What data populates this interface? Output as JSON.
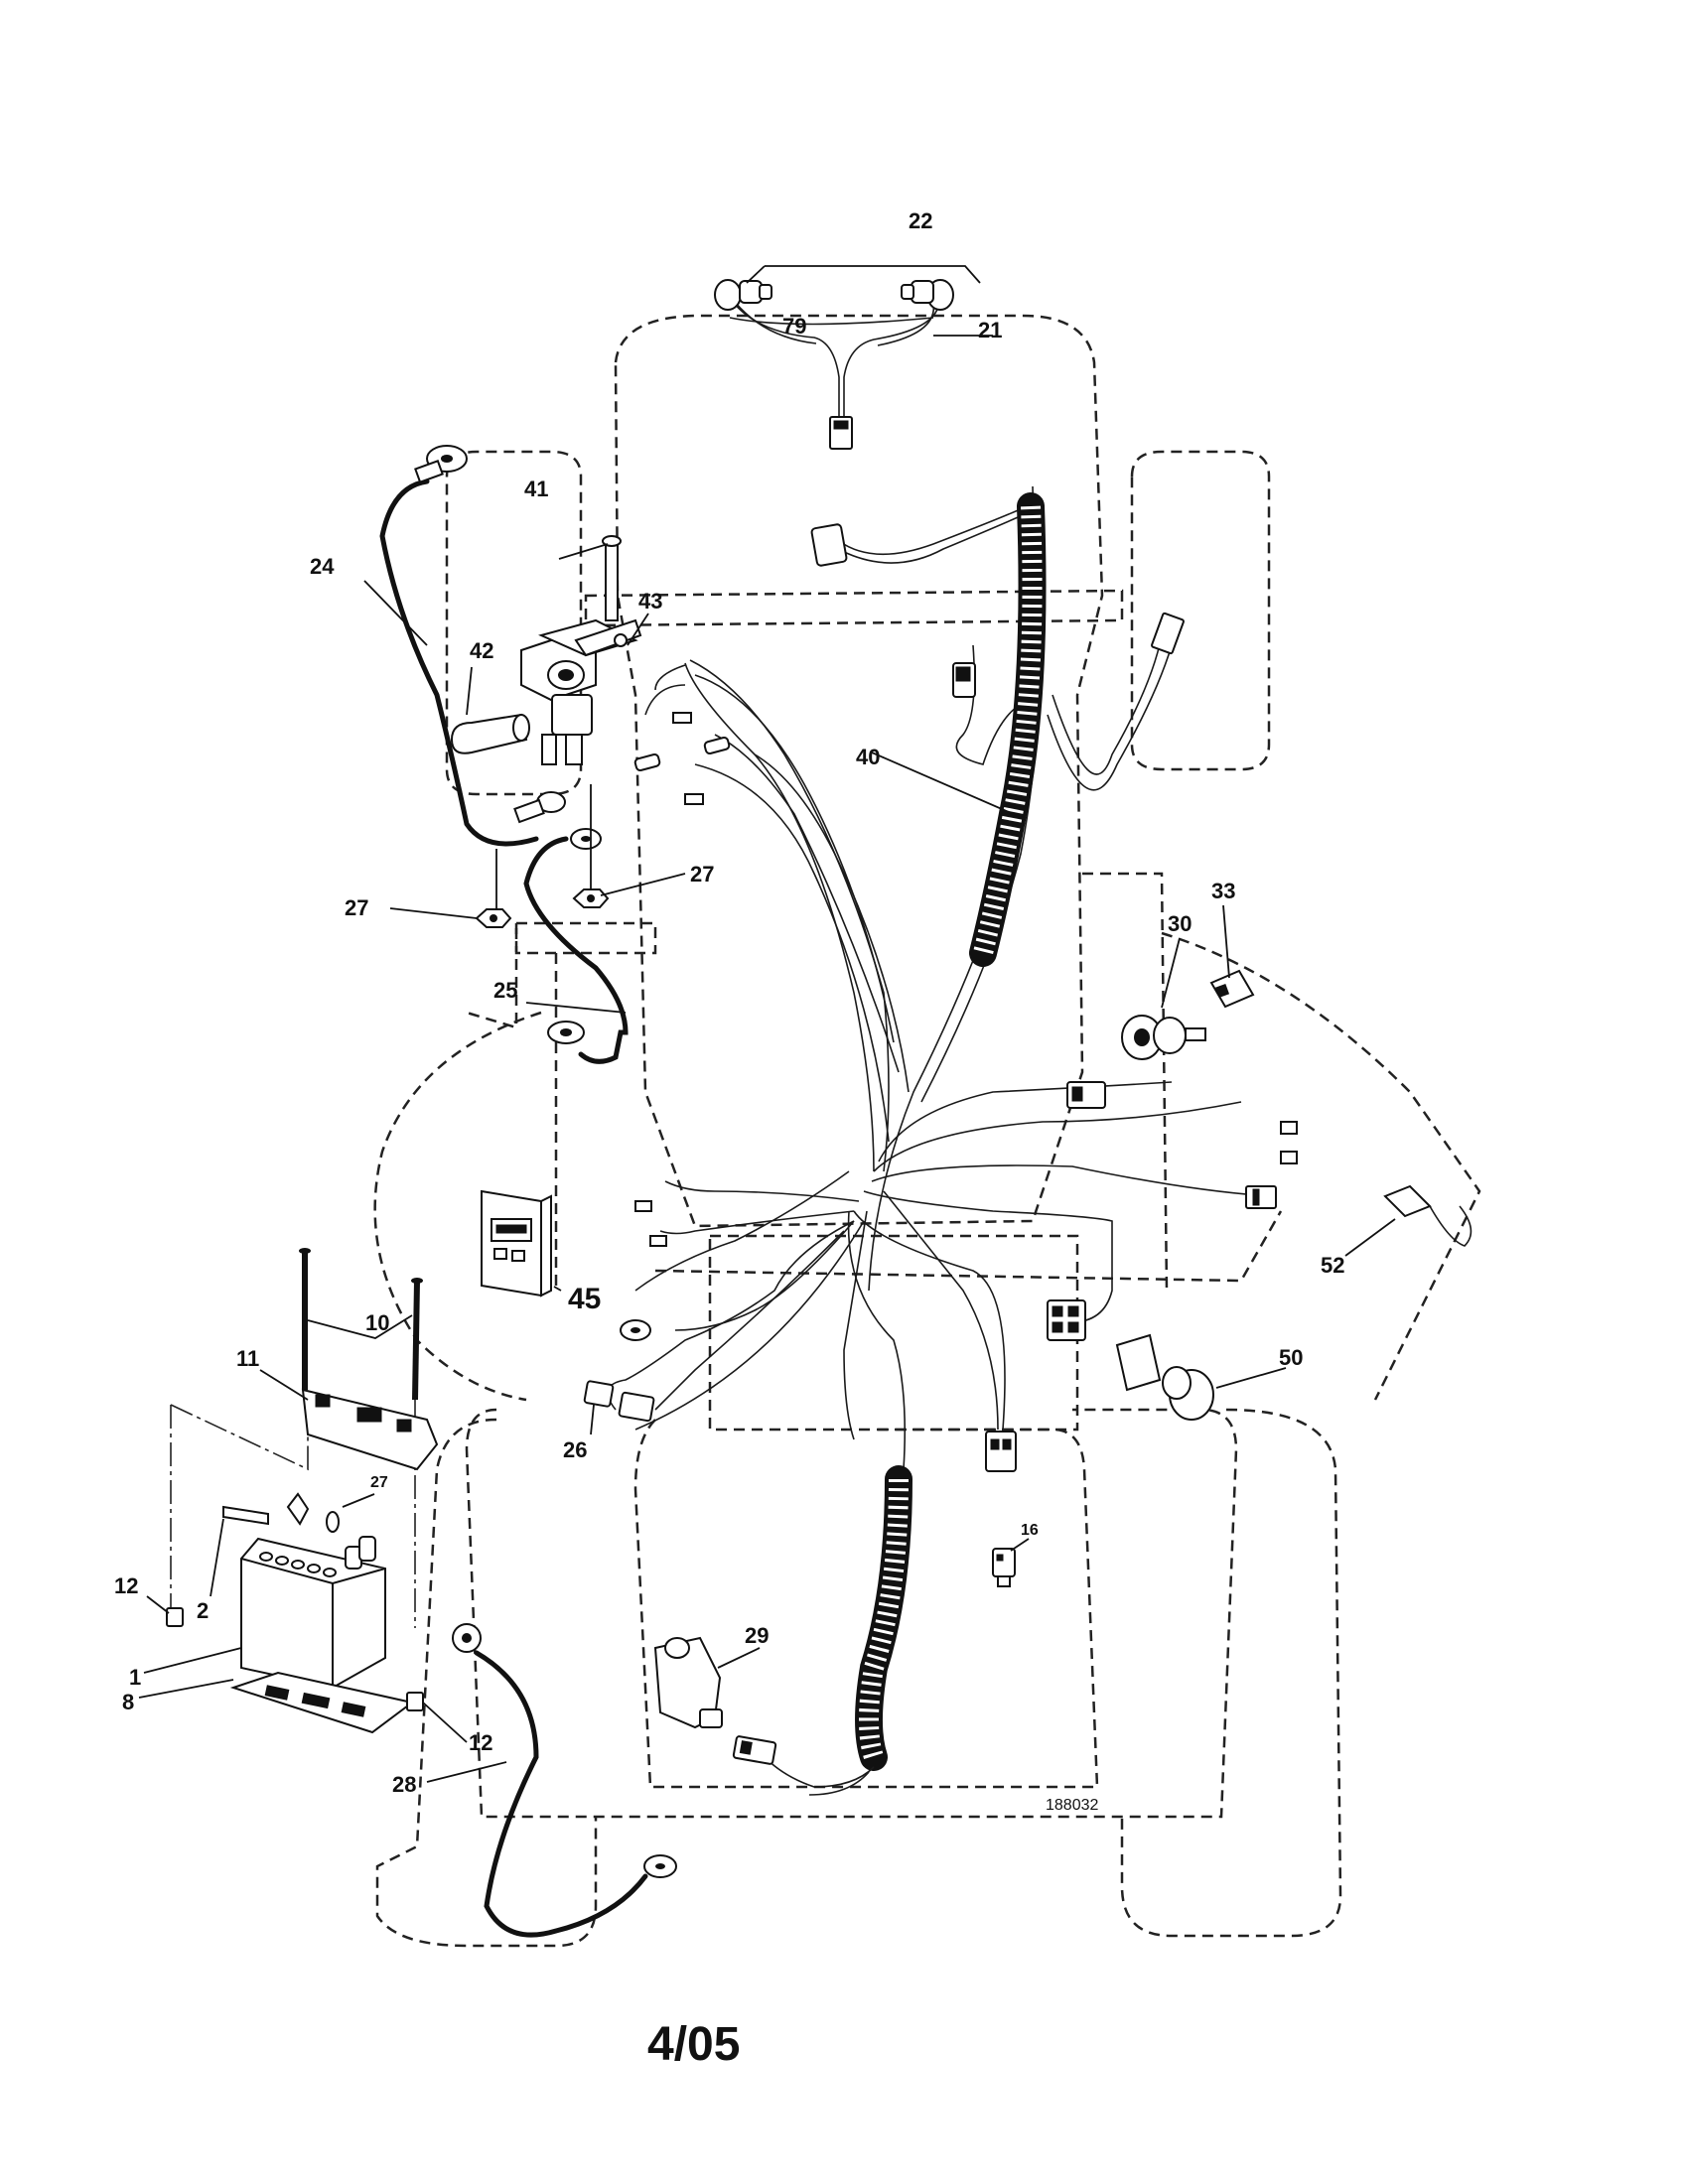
{
  "callouts": {
    "c22": "22",
    "c79": "79",
    "c21": "21",
    "c41": "41",
    "c24": "24",
    "c43": "43",
    "c42": "42",
    "c40": "40",
    "c27a": "27",
    "c27b": "27",
    "c25": "25",
    "c33": "33",
    "c30": "30",
    "c45": "45",
    "c10": "10",
    "c11": "11",
    "c52": "52",
    "c50": "50",
    "c26": "26",
    "c27c": "27",
    "c16": "16",
    "c12a": "12",
    "c2": "2",
    "c29": "29",
    "c1": "1",
    "c12b": "12",
    "c8": "8",
    "c28": "28"
  },
  "drawing_number": "188032",
  "page_label": "4/05"
}
